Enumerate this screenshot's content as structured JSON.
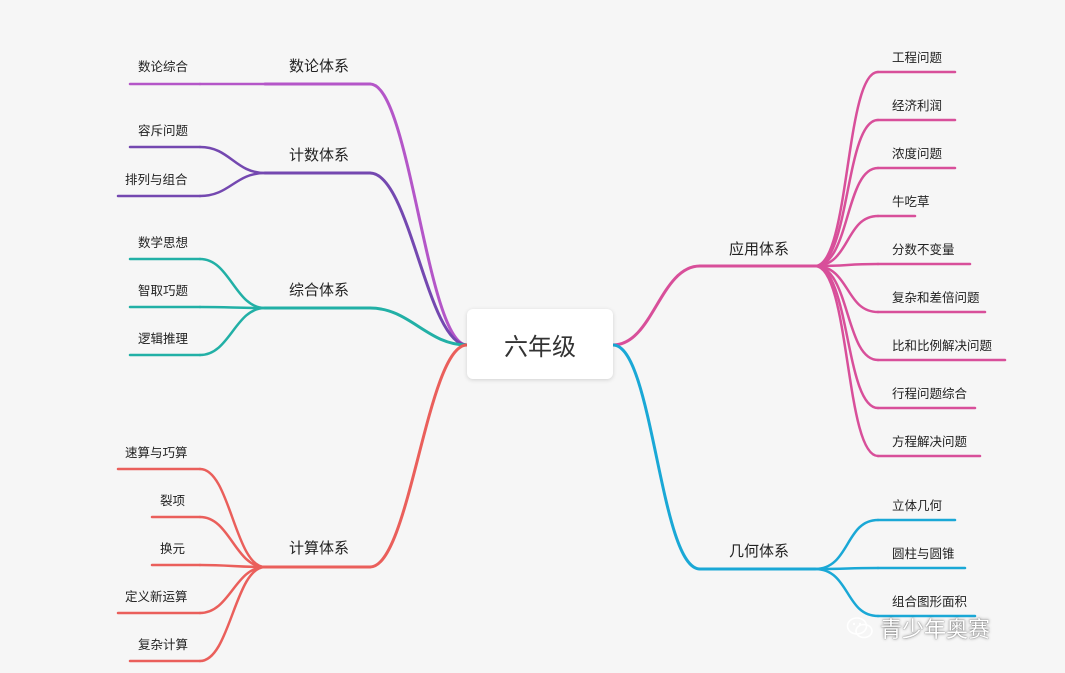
{
  "root": {
    "label": "六年级"
  },
  "colors": {
    "shulun": "#b456c8",
    "jishu": "#7448b0",
    "zonghe": "#22b0a6",
    "jisuan": "#ea5f5b",
    "yingyong": "#d84f9a",
    "jihe": "#1aa8d6"
  },
  "branches": {
    "shulun": {
      "label": "数论体系",
      "children": [
        "数论综合"
      ]
    },
    "jishu": {
      "label": "计数体系",
      "children": [
        "容斥问题",
        "排列与组合"
      ]
    },
    "zonghe": {
      "label": "综合体系",
      "children": [
        "数学思想",
        "智取巧题",
        "逻辑推理"
      ]
    },
    "jisuan": {
      "label": "计算体系",
      "children": [
        "速算与巧算",
        "裂项",
        "换元",
        "定义新运算",
        "复杂计算"
      ]
    },
    "yingyong": {
      "label": "应用体系",
      "children": [
        "工程问题",
        "经济利润",
        "浓度问题",
        "牛吃草",
        "分数不变量",
        "复杂和差倍问题",
        "比和比例解决问题",
        "行程问题综合",
        "方程解决问题"
      ]
    },
    "jihe": {
      "label": "几何体系",
      "children": [
        "立体几何",
        "圆柱与圆锥",
        "组合图形面积"
      ]
    }
  },
  "watermark": {
    "label": "青少年奥赛",
    "icon": "wechat-icon"
  }
}
